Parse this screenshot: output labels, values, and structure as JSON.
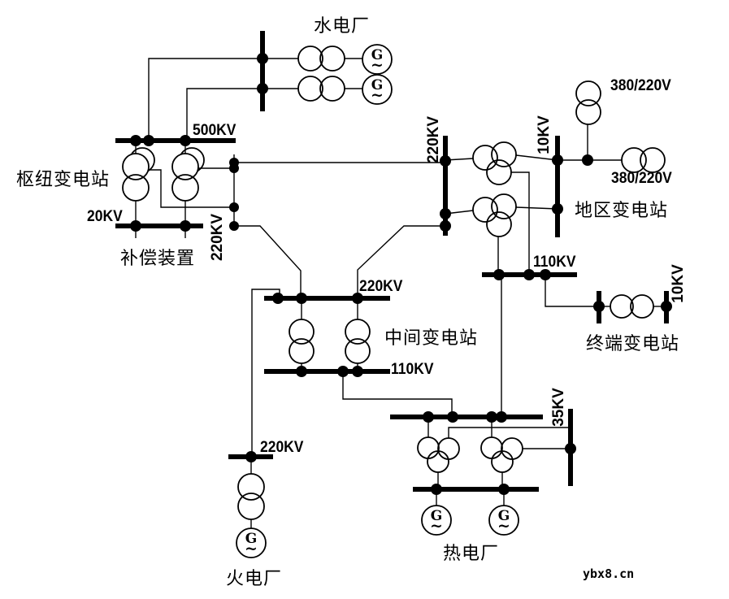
{
  "stations": {
    "hydro": {
      "name": "水电厂"
    },
    "hub": {
      "name": "枢纽变电站",
      "bus_top": "500KV",
      "bus_bottom": "20KV",
      "tertiary_bus": "220KV",
      "device": "补偿装置"
    },
    "regional": {
      "name": "地区变电站",
      "bus_left": "220KV",
      "bus_right": "10KV",
      "bus_bottom": "110KV",
      "lv_top": "380/220V",
      "lv_right": "380/220V"
    },
    "intermediate": {
      "name": "中间变电站",
      "bus_top": "220KV",
      "bus_bottom": "110KV"
    },
    "terminal": {
      "name": "终端变电站",
      "bus": "10KV"
    },
    "thermal": {
      "name": "火电厂",
      "bus": "220KV"
    },
    "cogeneration": {
      "name": "热电厂",
      "bus": "35KV"
    }
  },
  "generator": {
    "letter": "G",
    "wave": "~"
  },
  "watermark": "ybx8.cn",
  "colors": {
    "ink": "#000000",
    "paper": "#ffffff"
  }
}
